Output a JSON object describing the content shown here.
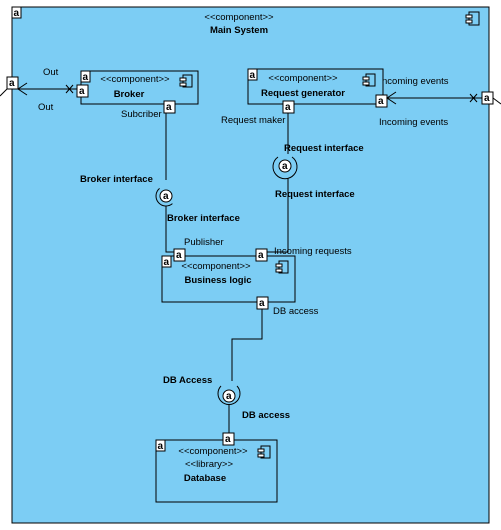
{
  "port_label": "a",
  "system": {
    "stereotype": "<<component>>",
    "name": "Main System"
  },
  "components": {
    "broker": {
      "stereotype": "<<component>>",
      "name": "Broker"
    },
    "request_generator": {
      "stereotype": "<<component>>",
      "name": "Request generator"
    },
    "business_logic": {
      "stereotype": "<<component>>",
      "name": "Business logic"
    },
    "database": {
      "stereotype": "<<component>>",
      "stereotype2": "<<library>>",
      "name": "Database"
    }
  },
  "labels": {
    "out_top": "Out",
    "out_bottom": "Out",
    "subcriber": "Subcriber",
    "request_maker": "Request maker",
    "incoming_events_top": "ncoming events",
    "incoming_events_bottom": "Incoming events",
    "publisher": "Publisher",
    "incoming_requests": "Incoming requests",
    "db_access_port": "DB access"
  },
  "interfaces": {
    "broker_upper": "Broker interface",
    "broker_lower": "Broker interface",
    "request_upper": "Request interface",
    "request_lower": "Request interface",
    "db_upper": "DB Access",
    "db_lower": "DB access"
  },
  "colors": {
    "system_fill": "#7ccdf4",
    "component_fill": "#7ccdf4",
    "port_fill": "#ffffff",
    "stroke": "#000000"
  }
}
